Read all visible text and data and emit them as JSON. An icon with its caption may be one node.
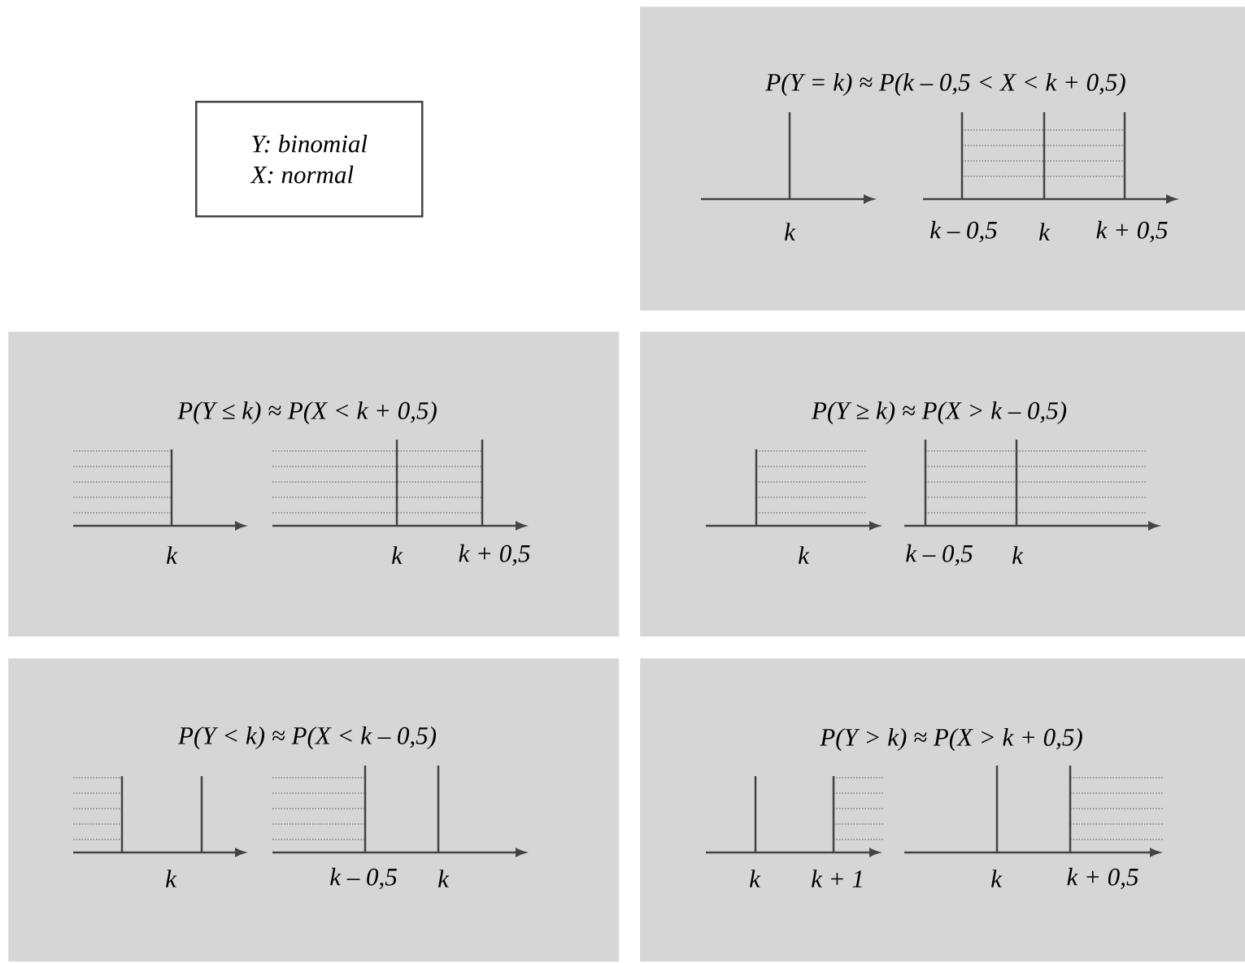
{
  "diagram": {
    "nodes": [
      {
        "text": [
          "Y: binomial",
          "X: normal"
        ]
      },
      {
        "text": [
          "P(Y = k) ≈ P(k – 0,5 < X < k + 0,5)",
          "k",
          "k – 0,5",
          "k",
          "k + 0,5"
        ]
      },
      {
        "text": [
          "P(Y ≤ k) ≈ P(X < k + 0,5)",
          "k",
          "k",
          "k + 0,5"
        ]
      },
      {
        "text": [
          "P(Y ≥ k) ≈ P(X > k – 0,5)",
          "k",
          "k – 0,5",
          "k"
        ]
      },
      {
        "text": [
          "P(Y < k) ≈ P(X < k – 0,5)",
          "k",
          "k – 0,5",
          "k"
        ]
      },
      {
        "text": [
          "P(Y > k) ≈ P(X > k + 0,5)",
          "k",
          "k + 1",
          "k",
          "k + 0,5"
        ]
      }
    ]
  }
}
